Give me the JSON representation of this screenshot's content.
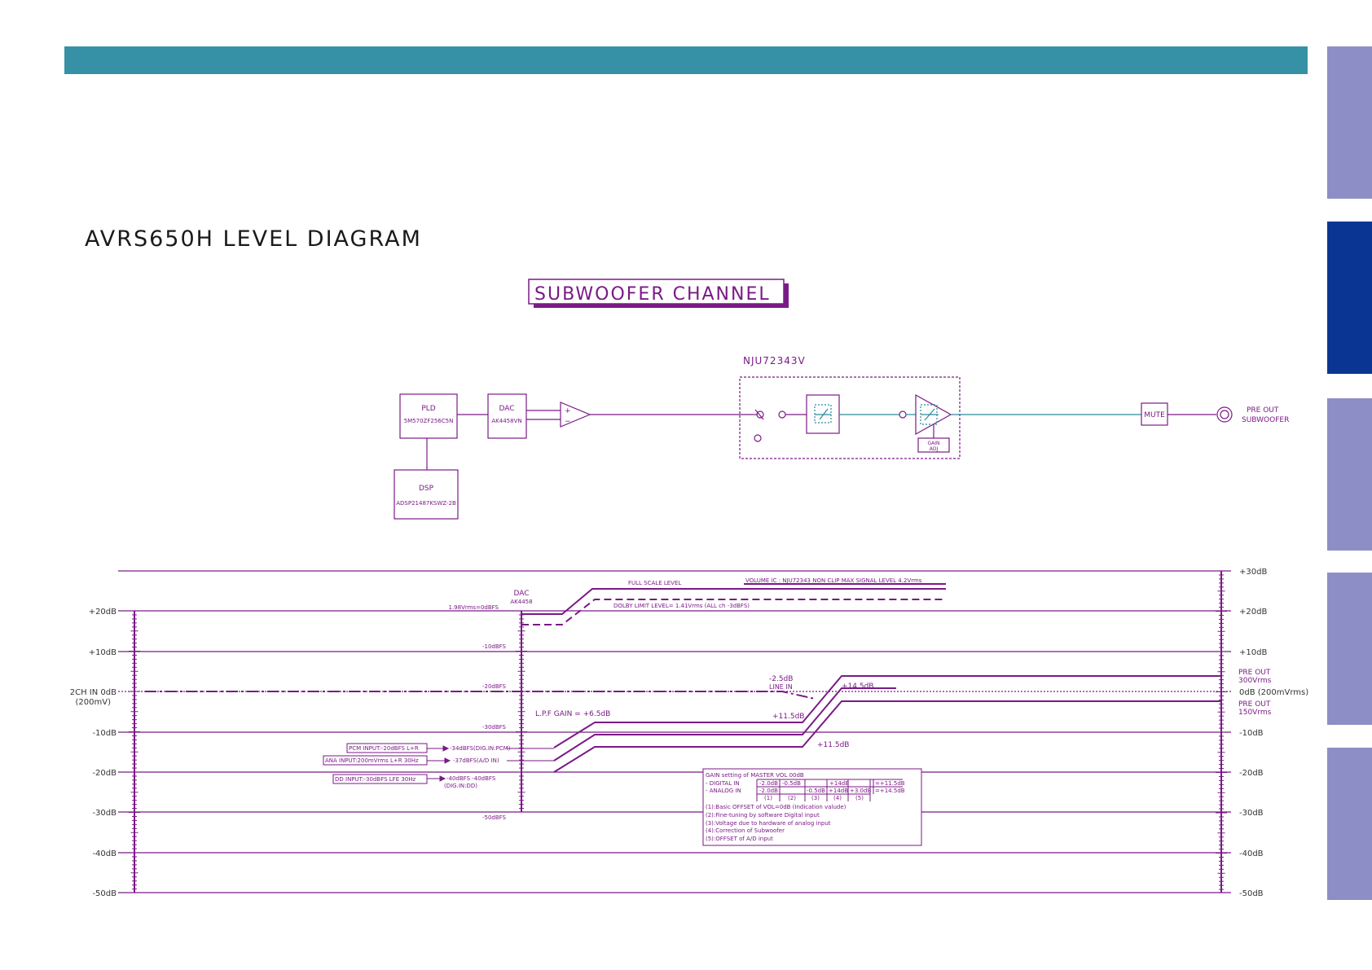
{
  "page": {
    "title": "AVRS650H LEVEL DIAGRAM",
    "channel_label": "SUBWOOFER CHANNEL",
    "colors": {
      "accent_bar": "#3691a6",
      "tab": "#8e8ec6",
      "tab_active": "#0a3593",
      "line": "#7a1a86",
      "signal": "#2a8a9a"
    }
  },
  "block_diagram": {
    "pld": {
      "name": "PLD",
      "part": "5M570ZF256C5N"
    },
    "dac": {
      "name": "DAC",
      "part": "AK4458VN"
    },
    "dsp": {
      "name": "DSP",
      "part": "ADSP21487KSWZ-2B"
    },
    "volume_ic": "NJU72343V",
    "gain_adj": [
      "GAIN",
      "ADJ"
    ],
    "mute": "MUTE",
    "pre_out": [
      "PRE OUT",
      "SUBWOOFER"
    ]
  },
  "level_axis": {
    "left_labels": [
      "+20dB",
      "+10dB",
      "2CH IN 0dB",
      "(200mV)",
      "-10dB",
      "-20dB",
      "-30dB",
      "-40dB",
      "-50dB"
    ],
    "right_labels": [
      "+30dB",
      "+20dB",
      "+10dB",
      "0dB (200mVrms)",
      "-10dB",
      "-20dB",
      "-30dB",
      "-40dB",
      "-50dB"
    ],
    "dac_scale": [
      "1.98Vrms=0dBFS",
      "-10dBFS",
      "-20dBFS",
      "-30dBFS",
      "-50dBFS"
    ],
    "dac_label": [
      "DAC",
      "AK4458"
    ]
  },
  "annotations": {
    "full_scale": "FULL SCALE LEVEL",
    "volume_ic_note": "VOLUME IC : NJU72343 NON CLIP MAX SIGNAL LEVEL 4.2Vrms",
    "dolby_limit": "DOLBY LIMIT LEVEL= 1.41Vrms (ALL ch -3dBFS)",
    "lpf_gain": "L.P.F GAIN = +6.5dB",
    "line_in": [
      "-2.5dB",
      "LINE IN"
    ],
    "gain_14_5": "+14.5dB",
    "gain_11_5_a": "+11.5dB",
    "gain_11_5_b": "+11.5dB",
    "pre_out_300": [
      "PRE OUT",
      "300Vrms"
    ],
    "pre_out_150": [
      "PRE OUT",
      "150Vrms"
    ],
    "inputs": [
      {
        "box": "PCM INPUT:-20dBFS L+R",
        "result": "-34dBFS(DIG.IN:PCM)"
      },
      {
        "box": "ANA INPUT:200mVrms L+R 30Hz",
        "result": "-37dBFS(A/D IN)"
      },
      {
        "box": "DD INPUT:-30dBFS LFE 30Hz",
        "result": "-40dBFS  -40dBFS",
        "result2": "(DIG.IN:DD)"
      }
    ]
  },
  "gain_table": {
    "title": "GAIN setting of MASTER VOL 00dB",
    "rows": [
      {
        "label": "- DIGITAL IN",
        "cells": [
          "-2.0dB",
          "-0.5dB",
          "",
          "+14dB",
          "",
          "=+11.5dB"
        ]
      },
      {
        "label": "- ANALOG IN",
        "cells": [
          "-2.0dB",
          "",
          "-0.5dB",
          "+14dB",
          "+3.0dB",
          "=+14.5dB"
        ]
      }
    ],
    "col_nums": [
      "(1)",
      "(2)",
      "(3)",
      "(4)",
      "(5)"
    ],
    "notes": [
      "(1):Basic OFFSET of VOL=0dB (Indication valude)",
      "(2):Fine-tuning by software Digital input",
      "(3):Voltage due to hardware of analog input",
      "(4):Correction of Subwoofer",
      "(5):OFFSET of A/D input"
    ]
  }
}
